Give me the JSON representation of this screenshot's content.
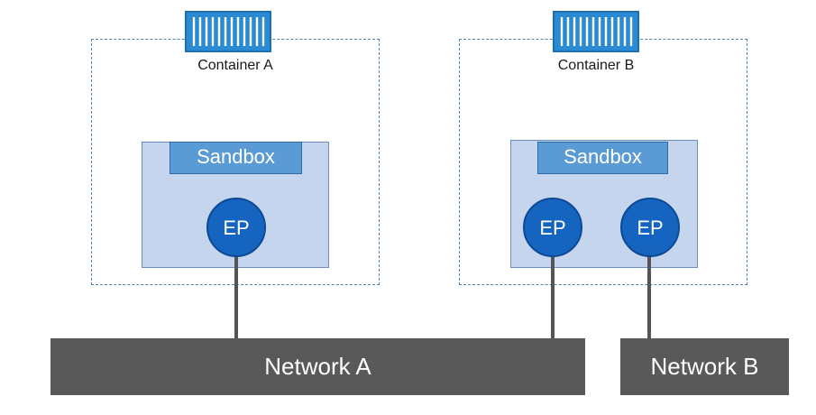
{
  "containers": [
    {
      "label": "Container A",
      "icon": "shipping-container-icon"
    },
    {
      "label": "Container B",
      "icon": "shipping-container-icon"
    }
  ],
  "sandboxes": [
    {
      "label": "Sandbox"
    },
    {
      "label": "Sandbox"
    }
  ],
  "endpoints": [
    {
      "label": "EP"
    },
    {
      "label": "EP"
    },
    {
      "label": "EP"
    }
  ],
  "networks": [
    {
      "label": "Network A"
    },
    {
      "label": "Network B"
    }
  ],
  "colors": {
    "container_border": "#4f81bd",
    "container_icon": "#2a8ad4",
    "sandbox_fill": "#c5d5ee",
    "sandbox_header": "#5b9bd5",
    "endpoint_fill": "#1565c0",
    "network_fill": "#595959",
    "wire": "#555555"
  }
}
